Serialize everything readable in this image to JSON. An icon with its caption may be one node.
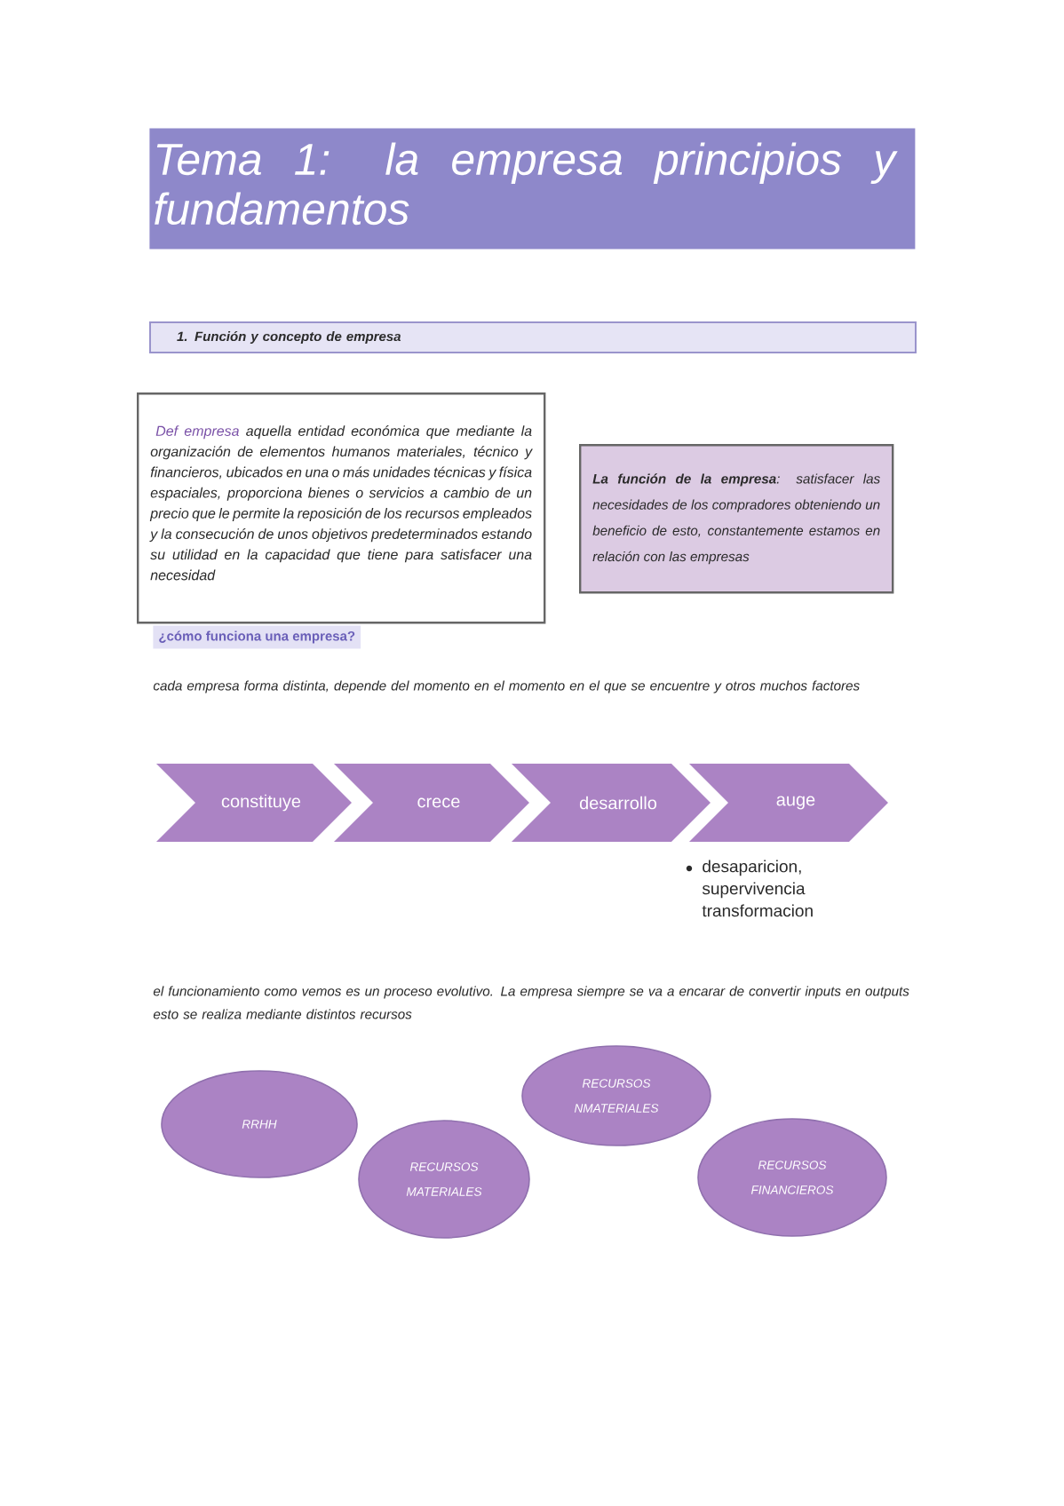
{
  "diagram": {
    "title": "Tema 1: la empresa principios y fundamentos",
    "nodes": [
      {
        "text": [
          "1. Función y concepto de empresa"
        ]
      },
      {
        "text": [
          "Def empresa",
          "aquella entidad económica que mediante la organización de elementos humanos materiales, técnico y financieros, ubicados en una o más unidades técnicas y física espaciales, proporciona bienes o servicios a cambio de un precio que le permite la reposición de los recursos empleados y la consecución de unos objetivos predeterminados estando su utilidad en la capacidad que tiene para satisfacer una necesidad"
        ]
      },
      {
        "text": [
          "**La función de la empresa**: satisfacer las necesidades de los compradores obteniendo un beneficio de esto, constantemente estamos en relación con las empresas"
        ]
      },
      {
        "text": [
          "constituye"
        ]
      },
      {
        "text": [
          "crece"
        ]
      },
      {
        "text": [
          "desarrollo"
        ]
      },
      {
        "text": [
          "auge"
        ],
        "beside": [
          "desaparicion, supervivencia transformacion"
        ]
      },
      {
        "text": [
          "RRHH"
        ]
      },
      {
        "text": [
          "RECURSOS MATERIALES"
        ]
      },
      {
        "text": [
          "RECURSOS NMATERIALES"
        ]
      },
      {
        "text": [
          "RECURSOS FINANCIEROS"
        ]
      }
    ],
    "labels": [
      "¿cómo funciona una empresa?",
      "cada empresa forma distinta, depende del momento en el momento en el que se encuentre y otros muchos factores",
      "el funcionamiento como vemos es un proceso evolutivo. La empresa siempre se va a encarar de convertir inputs en outputs esto se realiza mediante distintos recursos"
    ]
  }
}
